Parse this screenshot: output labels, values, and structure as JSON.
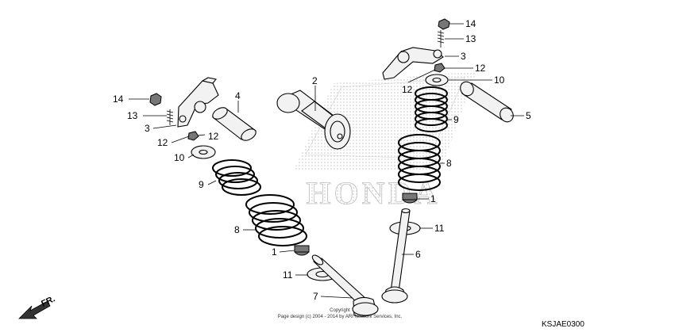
{
  "diagram": {
    "watermark_brand": "HONDA",
    "callouts": [
      {
        "id": "c1",
        "text": "14"
      },
      {
        "id": "c2",
        "text": "13"
      },
      {
        "id": "c3",
        "text": "3"
      },
      {
        "id": "c4",
        "text": "12"
      },
      {
        "id": "c5",
        "text": "12"
      },
      {
        "id": "c6",
        "text": "10"
      },
      {
        "id": "c7",
        "text": "9"
      },
      {
        "id": "c8",
        "text": "8"
      },
      {
        "id": "c9",
        "text": "1"
      },
      {
        "id": "c10",
        "text": "11"
      },
      {
        "id": "c11",
        "text": "7"
      },
      {
        "id": "c12",
        "text": "4"
      },
      {
        "id": "c13",
        "text": "2"
      },
      {
        "id": "c14",
        "text": "14"
      },
      {
        "id": "c15",
        "text": "13"
      },
      {
        "id": "c16",
        "text": "3"
      },
      {
        "id": "c17",
        "text": "12"
      },
      {
        "id": "c18",
        "text": "12"
      },
      {
        "id": "c19",
        "text": "10"
      },
      {
        "id": "c20",
        "text": "9"
      },
      {
        "id": "c21",
        "text": "5"
      },
      {
        "id": "c22",
        "text": "8"
      },
      {
        "id": "c23",
        "text": "1"
      },
      {
        "id": "c24",
        "text": "11"
      },
      {
        "id": "c25",
        "text": "6"
      }
    ],
    "copyright_line1": "Copyright",
    "copyright_line2": "Page design (c) 2004 - 2014 by ARI Network Services, Inc.",
    "diagram_code": "KSJAE0300",
    "front_arrow_label": "FR."
  }
}
